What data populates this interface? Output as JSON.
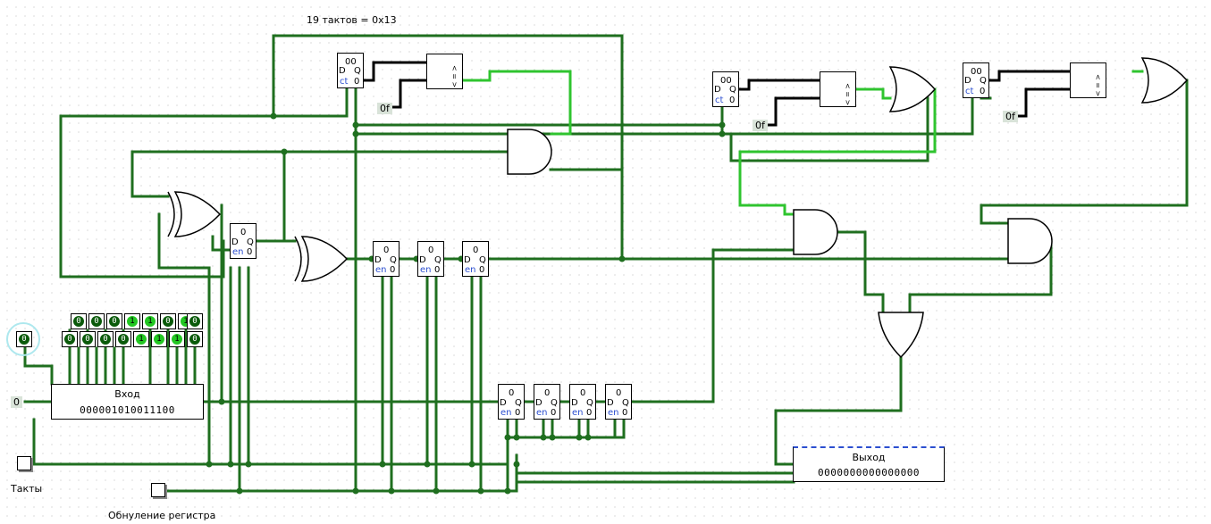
{
  "title": "19 тактов = 0x13",
  "input_bits_top": [
    "0",
    "0",
    "0",
    "1",
    "1",
    "0",
    "1",
    "0"
  ],
  "input_bits_bottom": [
    "0",
    "0",
    "0",
    "0",
    "1",
    "1",
    "1",
    "0",
    "0"
  ],
  "single_input": "0",
  "const_zero": "0",
  "input_register": {
    "name": "Вход",
    "value": "000001010011100"
  },
  "output_register": {
    "name": "Выход",
    "value": "0000000000000000"
  },
  "labels": {
    "clock": "Такты",
    "reset": "Обнуление регистра"
  },
  "constants": {
    "c1": "0f",
    "c2": "0f",
    "c3": "0f"
  },
  "counters": [
    {
      "value": "00",
      "label": "ct",
      "d": "D",
      "q": "Q",
      "en": "0"
    },
    {
      "value": "00",
      "label": "ct",
      "d": "D",
      "q": "Q",
      "en": "0"
    },
    {
      "value": "00",
      "label": "ct",
      "d": "D",
      "q": "Q",
      "en": "0"
    }
  ],
  "flipflops": {
    "value": "0",
    "d": "D",
    "q": "Q",
    "en": "en",
    "zero": "0"
  },
  "comparator": "< = >"
}
